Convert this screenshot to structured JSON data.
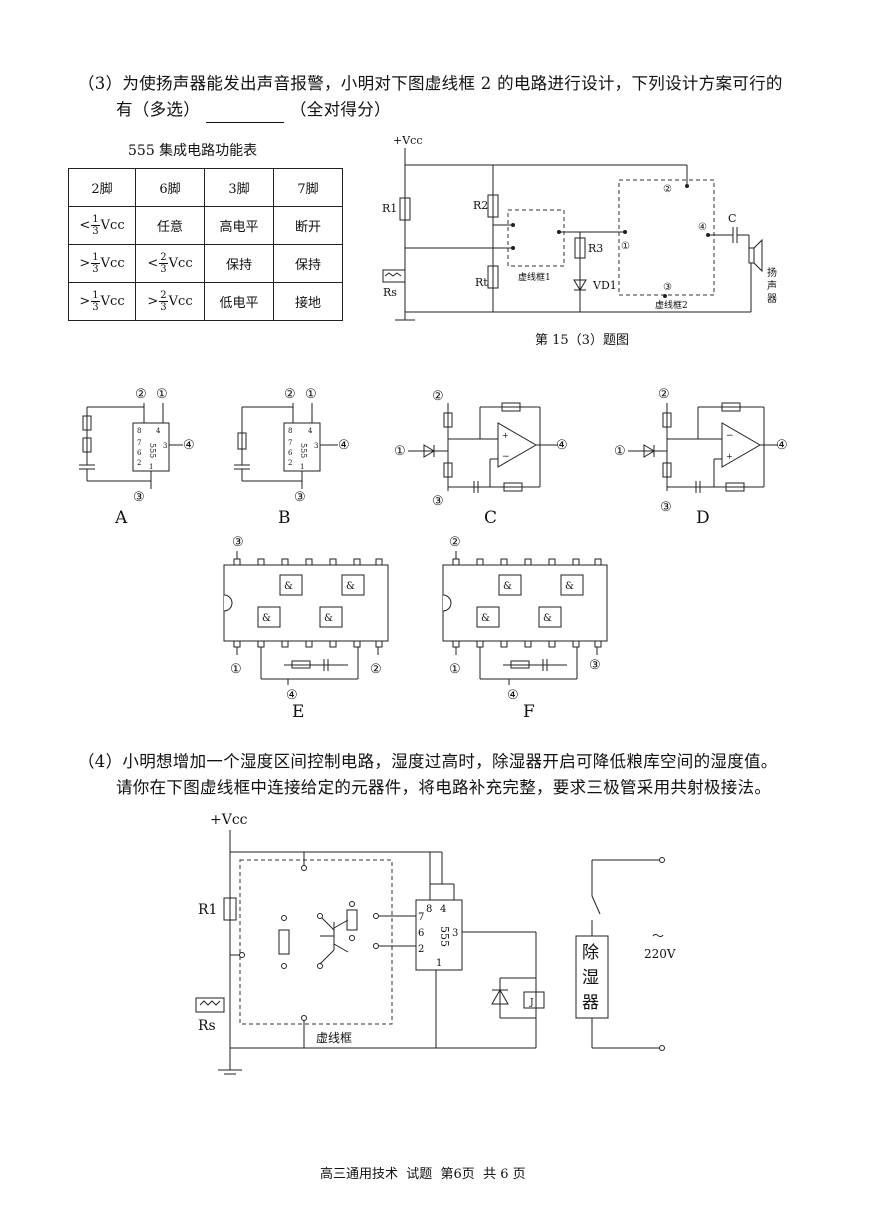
{
  "q3": {
    "line1": "（3）为使扬声器能发出声音报警，小明对下图虚线框 2 的电路进行设计，下列设计方案可行的",
    "line2_pre": "有（多选）",
    "line2_post": "（全对得分）"
  },
  "table": {
    "title": "555 集成电路功能表",
    "headers": [
      "2脚",
      "6脚",
      "3脚",
      "7脚"
    ],
    "rows": [
      {
        "pin2_sign": "<",
        "pin2_num": "1",
        "pin2_den": "3",
        "pin2_unit": "Vcc",
        "pin6": "任意",
        "pin3": "高电平",
        "pin7": "断开"
      },
      {
        "pin2_sign": ">",
        "pin2_num": "1",
        "pin2_den": "3",
        "pin2_unit": "Vcc",
        "pin6_sign": "<",
        "pin6_num": "2",
        "pin6_den": "3",
        "pin6_unit": "Vcc",
        "pin3": "保持",
        "pin7": "保持"
      },
      {
        "pin2_sign": ">",
        "pin2_num": "1",
        "pin2_den": "3",
        "pin2_unit": "Vcc",
        "pin6_sign": ">",
        "pin6_num": "2",
        "pin6_den": "3",
        "pin6_unit": "Vcc",
        "pin3": "低电平",
        "pin7": "接地"
      }
    ]
  },
  "circuit15": {
    "vcc": "+Vcc",
    "r1": "R1",
    "r2": "R2",
    "rt": "Rt",
    "r3": "R3",
    "rs": "Rs",
    "c": "C",
    "vd1": "VD1",
    "box1": "虚线框1",
    "box2": "虚线框2",
    "n1": "①",
    "n2": "②",
    "n3": "③",
    "n4": "④",
    "speaker": "扬声器",
    "caption": "第 15（3）题图"
  },
  "options": {
    "labels": [
      "A",
      "B",
      "C",
      "D",
      "E",
      "F"
    ],
    "n1": "①",
    "n2": "②",
    "n3": "③",
    "n4": "④",
    "ic555": "555",
    "pins": {
      "p8": "8",
      "p4": "4",
      "p7": "7",
      "p6": "6",
      "p2": "2",
      "p3": "3",
      "p1": "1"
    },
    "and": "&"
  },
  "q4": {
    "line1": "（4）小明想增加一个湿度区间控制电路，湿度过高时，除湿器开启可降低粮库空间的湿度值。",
    "line2": "请你在下图虚线框中连接给定的元器件，将电路补充完整，要求三极管采用共射极接法。"
  },
  "circuit4": {
    "vcc": "+Vcc",
    "r1": "R1",
    "rs": "Rs",
    "box": "虚线框",
    "ic": "555",
    "p8": "8",
    "p4": "4",
    "p7": "7",
    "p6": "6",
    "p2": "2",
    "p3": "3",
    "p1": "1",
    "relay": "J",
    "dehum": [
      "除",
      "湿",
      "器"
    ],
    "ac_sym": "～",
    "ac": "220V"
  },
  "footer": "高三通用技术  试题  第6页  共 6 页"
}
